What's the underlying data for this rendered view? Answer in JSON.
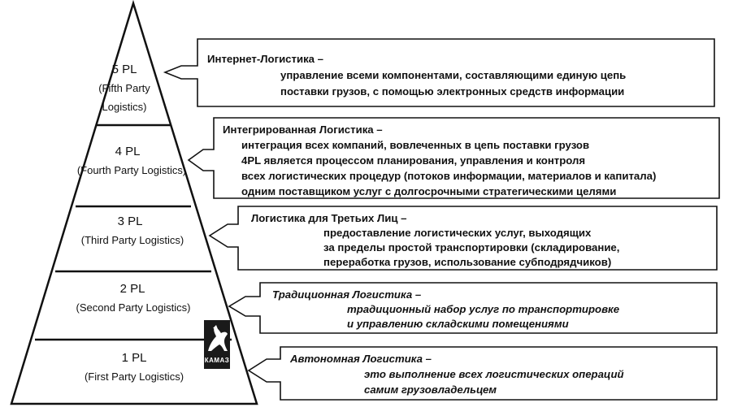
{
  "levels": [
    {
      "code": "5 PL",
      "name_line1": "(Fifth Party",
      "name_line2": "Logistics)",
      "title": "Интернет-Логистика –",
      "lines": [
        "управление всеми компонентами, составляющими единую цепь",
        "поставки грузов, с помощью электронных средств информации"
      ]
    },
    {
      "code": "4 PL",
      "name_line1": "(Fourth Party Logistics)",
      "title": "Интегрированная Логистика –",
      "lines": [
        "интеграция всех компаний, вовлеченных в цепь поставки грузов",
        "4PL является процессом планирования, управления и контроля",
        "всех логистических процедур (потоков информации, материалов и капитала)",
        "одним поставщиком услуг с долгосрочными стратегическими целями"
      ]
    },
    {
      "code": "3 PL",
      "name_line1": "(Third Party Logistics)",
      "title": "Логистика для Третьих Лиц –",
      "lines": [
        "предоставление логистических услуг, выходящих",
        "за пределы простой транспортировки (складирование,",
        "переработка грузов, использование субподрядчиков)"
      ]
    },
    {
      "code": "2 PL",
      "name_line1": "(Second Party Logistics)",
      "title": "Традиционная Логистика –",
      "lines": [
        "традиционный набор услуг по транспортировке",
        "и управлению складскими помещениями"
      ]
    },
    {
      "code": "1 PL",
      "name_line1": "(First Party Logistics)",
      "title": "Автономная Логистика –",
      "lines": [
        "это выполнение всех логистических операций",
        "самим грузовладельцем"
      ]
    }
  ],
  "logo": {
    "text": "КАМАЗ",
    "icon": "horse-icon"
  },
  "colors": {
    "stroke": "#111111",
    "fill": "#ffffff",
    "logo_bg": "#1a1a1a"
  }
}
